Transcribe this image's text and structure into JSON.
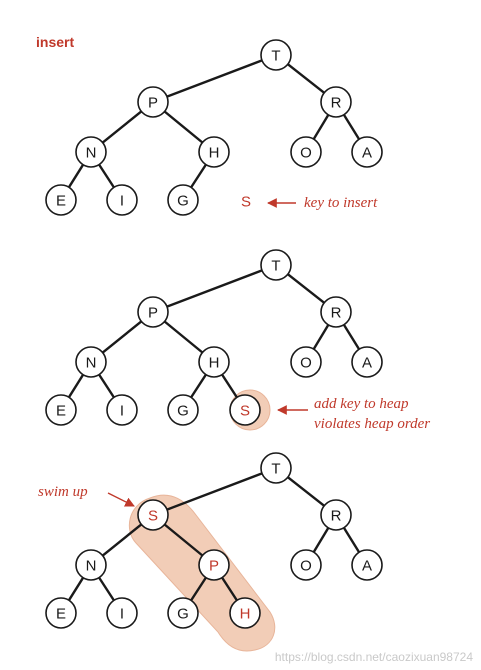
{
  "colors": {
    "accent": "#c0392b",
    "node_stroke": "#1a1a1a",
    "highlight": "#f2cdb7"
  },
  "title": "insert",
  "panels": [
    {
      "nodes": [
        {
          "id": "t",
          "label": "T",
          "red": false
        },
        {
          "id": "p",
          "label": "P",
          "red": false
        },
        {
          "id": "r",
          "label": "R",
          "red": false
        },
        {
          "id": "n",
          "label": "N",
          "red": false
        },
        {
          "id": "h",
          "label": "H",
          "red": false
        },
        {
          "id": "o",
          "label": "O",
          "red": false
        },
        {
          "id": "a",
          "label": "A",
          "red": false
        },
        {
          "id": "e",
          "label": "E",
          "red": false
        },
        {
          "id": "i",
          "label": "I",
          "red": false
        },
        {
          "id": "g",
          "label": "G",
          "red": false
        }
      ],
      "edges": [
        [
          "t",
          "p"
        ],
        [
          "t",
          "r"
        ],
        [
          "p",
          "n"
        ],
        [
          "p",
          "h"
        ],
        [
          "r",
          "o"
        ],
        [
          "r",
          "a"
        ],
        [
          "n",
          "e"
        ],
        [
          "n",
          "i"
        ],
        [
          "h",
          "g"
        ]
      ],
      "loose_key": "S",
      "note": "key to insert"
    },
    {
      "nodes": [
        {
          "id": "t",
          "label": "T",
          "red": false
        },
        {
          "id": "p",
          "label": "P",
          "red": false
        },
        {
          "id": "r",
          "label": "R",
          "red": false
        },
        {
          "id": "n",
          "label": "N",
          "red": false
        },
        {
          "id": "h",
          "label": "H",
          "red": false
        },
        {
          "id": "o",
          "label": "O",
          "red": false
        },
        {
          "id": "a",
          "label": "A",
          "red": false
        },
        {
          "id": "e",
          "label": "E",
          "red": false
        },
        {
          "id": "i",
          "label": "I",
          "red": false
        },
        {
          "id": "g",
          "label": "G",
          "red": false
        },
        {
          "id": "s",
          "label": "S",
          "red": true
        }
      ],
      "edges": [
        [
          "t",
          "p"
        ],
        [
          "t",
          "r"
        ],
        [
          "p",
          "n"
        ],
        [
          "p",
          "h"
        ],
        [
          "r",
          "o"
        ],
        [
          "r",
          "a"
        ],
        [
          "n",
          "e"
        ],
        [
          "n",
          "i"
        ],
        [
          "h",
          "g"
        ],
        [
          "h",
          "s"
        ]
      ],
      "note_lines": [
        "add key to heap",
        "violates heap order"
      ]
    },
    {
      "nodes": [
        {
          "id": "t",
          "label": "T",
          "red": false
        },
        {
          "id": "s",
          "label": "S",
          "red": true
        },
        {
          "id": "r",
          "label": "R",
          "red": false
        },
        {
          "id": "n",
          "label": "N",
          "red": false
        },
        {
          "id": "p",
          "label": "P",
          "red": true
        },
        {
          "id": "o",
          "label": "O",
          "red": false
        },
        {
          "id": "a",
          "label": "A",
          "red": false
        },
        {
          "id": "e",
          "label": "E",
          "red": false
        },
        {
          "id": "i",
          "label": "I",
          "red": false
        },
        {
          "id": "g",
          "label": "G",
          "red": false
        },
        {
          "id": "h",
          "label": "H",
          "red": true
        }
      ],
      "edges": [
        [
          "t",
          "s"
        ],
        [
          "t",
          "r"
        ],
        [
          "s",
          "n"
        ],
        [
          "s",
          "p"
        ],
        [
          "r",
          "o"
        ],
        [
          "r",
          "a"
        ],
        [
          "n",
          "e"
        ],
        [
          "n",
          "i"
        ],
        [
          "p",
          "g"
        ],
        [
          "p",
          "h"
        ]
      ],
      "note": "swim up"
    }
  ],
  "watermark": "https://blog.csdn.net/caozixuan98724"
}
